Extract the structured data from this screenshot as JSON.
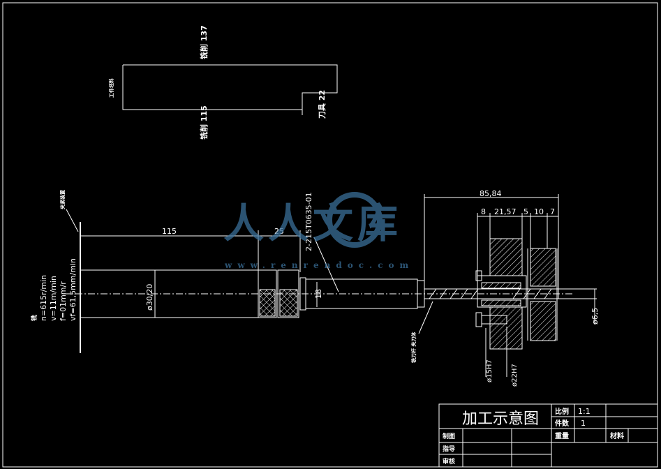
{
  "drawing": {
    "top_dims": {
      "total": "铣削 137",
      "lower": "铣削 115",
      "step": "刀具 22",
      "left_label": "工件坯料"
    },
    "cutting_params": {
      "label": "铣",
      "n": "n=615r/min",
      "v": "v=11m/min",
      "f": "f=01mm/r",
      "vf": "vf=61,5mm/min"
    },
    "left_label": "夹紧装置",
    "dims": {
      "len_115": "115",
      "len_25": "25",
      "dia_30_20": "ø30/20",
      "dia_18": "18",
      "part_no": "2-215T0635-01",
      "total_85_84": "85,84",
      "seg_8": "8",
      "seg_21_57": "21,57",
      "seg_5": "5",
      "seg_10": "10",
      "seg_7": "7",
      "dia_6_5": "ø6,5",
      "dia_15": "ø15H7",
      "dia_22": "ø22H7",
      "callout": "铣刀杆 夹刀体"
    }
  },
  "watermark": {
    "text": "人人文库",
    "url": "www.renrendoc.com",
    "color": "#3a6f99"
  },
  "title_block": {
    "title": "加工示意图",
    "scale_label": "比例",
    "scale_value": "1:1",
    "qty_label": "件数",
    "qty_value": "1",
    "weight_label": "重量",
    "material_label": "材料",
    "draw_label": "制图",
    "guide_label": "指导",
    "review_label": "审核"
  }
}
